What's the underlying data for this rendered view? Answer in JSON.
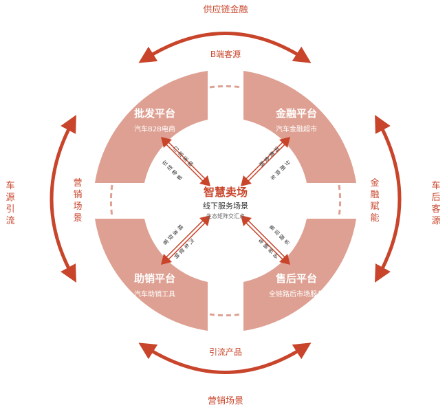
{
  "colors": {
    "accent": "#c8452b",
    "quadrant": "#dea092",
    "dash": "#dea092",
    "inner_arrow": "#c8452b"
  },
  "outer": {
    "top": "供应链金融",
    "bottom": "营销场景",
    "left": "车源引流",
    "right": "车后客源"
  },
  "inner_arc": {
    "top": "B端客源",
    "bottom": "引流产品",
    "left": "营销场景",
    "right": "金融赋能"
  },
  "quadrants": {
    "top_left": {
      "title": "批发平台",
      "subtitle": "汽车B2B电商"
    },
    "top_right": {
      "title": "金融平台",
      "subtitle": "汽车金融超市"
    },
    "bottom_left": {
      "title": "助销平台",
      "subtitle": "汽车助销工具"
    },
    "bottom_right": {
      "title": "售后平台",
      "subtitle": "全链路后市场服务"
    }
  },
  "center": {
    "title": "智慧卖场",
    "subtitle": "线下服务场景",
    "subtitle2": "生态矩阵交汇点"
  },
  "diag_labels": {
    "tl_a": "门店采购",
    "tl_b": "在线零售",
    "tr_a": "消费金融",
    "tr_b": "分期购车",
    "bl_a": "精准获客",
    "bl_b": "汽车营销",
    "br_a": "售后服务",
    "br_b": "车辆养护"
  }
}
